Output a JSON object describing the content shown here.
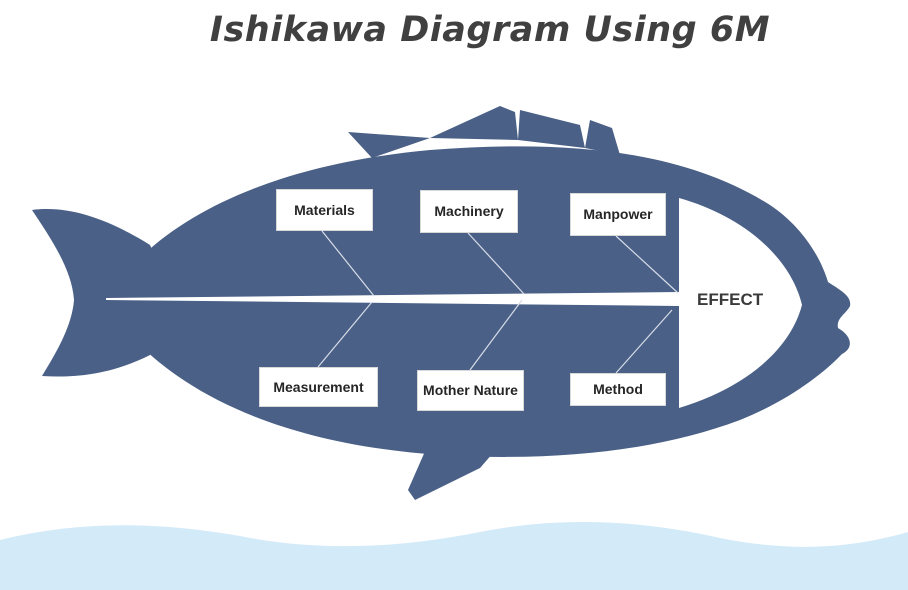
{
  "title": "Ishikawa Diagram Using 6M",
  "effect": "EFFECT",
  "causes": {
    "materials": "Materials",
    "machinery": "Machinery",
    "manpower": "Manpower",
    "measurement": "Measurement",
    "mother_nature": "Mother Nature",
    "method": "Method"
  },
  "colors": {
    "fish_body": "#4a6087",
    "water": "#d3eaf8",
    "title_text": "#404040"
  }
}
